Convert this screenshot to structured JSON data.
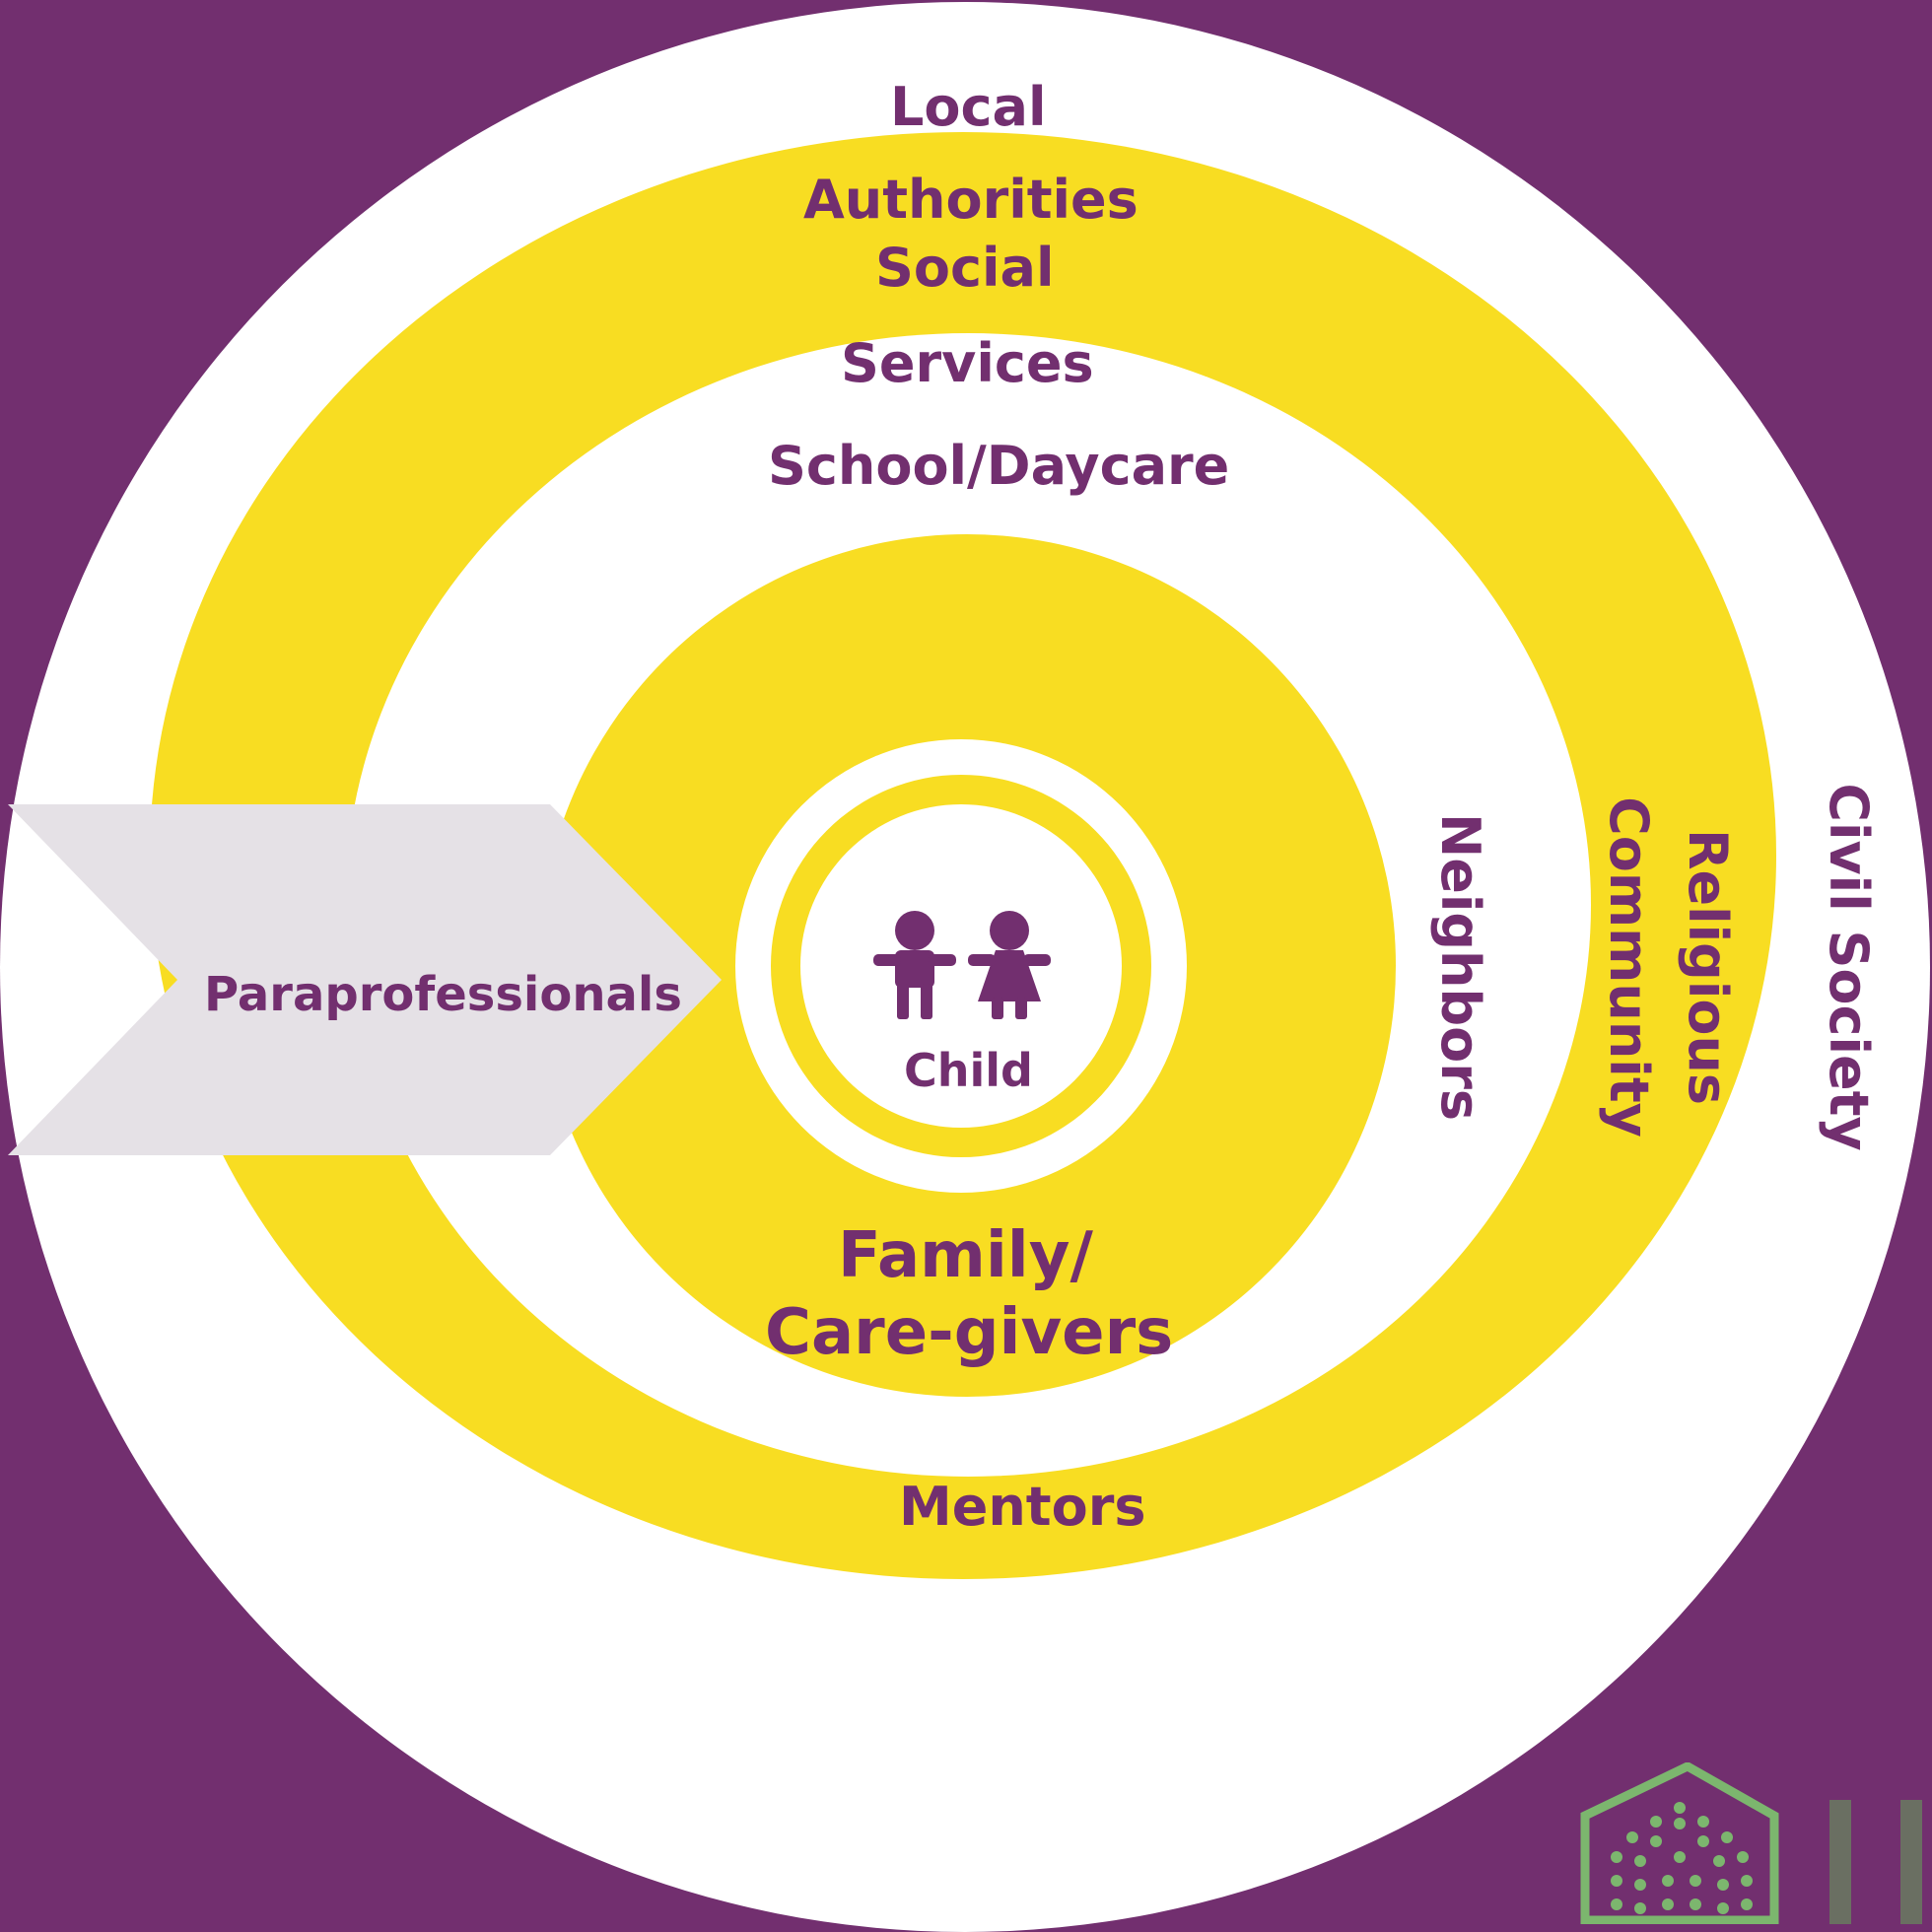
{
  "colors": {
    "background": "#722f6f",
    "white": "#ffffff",
    "yellow": "#f8dd22",
    "text": "#722f6f",
    "chevron": "#e5e1e6",
    "logo_green": "#7cb66e"
  },
  "rings": {
    "local_authorities": {
      "line1": "Local",
      "line2": "Authorities"
    },
    "social_services": {
      "line1": "Social",
      "line2": "Services"
    },
    "school_daycare": "School/Daycare",
    "family": {
      "line1": "Family/",
      "line2": "Care-givers"
    },
    "child": "Child",
    "mentors": "Mentors",
    "neighbors": "Neighbors",
    "religious_community": {
      "line1": "Religious",
      "line2": "Community"
    },
    "civil_society": "Civil Society"
  },
  "paraprofessionals": "Paraprofessionals",
  "icons": {
    "children": "boy-and-girl-icon",
    "logo": "hexagon-dots-logo"
  }
}
